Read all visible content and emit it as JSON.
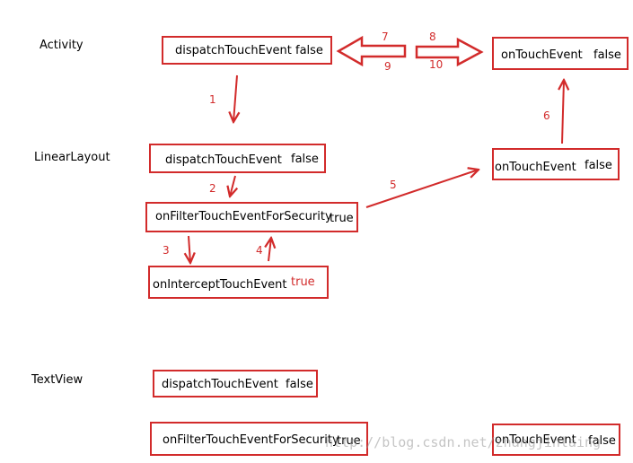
{
  "layers": {
    "activity": "Activity",
    "linear_layout": "LinearLayout",
    "text_view": "TextView"
  },
  "boxes": {
    "activity_dispatch": {
      "method": "dispatchTouchEvent",
      "value": "false"
    },
    "activity_ontouch": {
      "method": "onTouchEvent",
      "value": "false"
    },
    "ll_dispatch": {
      "method": "dispatchTouchEvent",
      "value": "false"
    },
    "ll_filter": {
      "method": "onFilterTouchEventForSecurity",
      "value": "true"
    },
    "ll_intercept": {
      "method": "onInterceptTouchEvent",
      "value": "true"
    },
    "ll_ontouch": {
      "method": "onTouchEvent",
      "value": "false"
    },
    "tv_dispatch": {
      "method": "dispatchTouchEvent",
      "value": "false"
    },
    "tv_filter": {
      "method": "onFilterTouchEventForSecurity",
      "value": "true"
    },
    "tv_ontouch": {
      "method": "onTouchEvent",
      "value": "false"
    }
  },
  "steps": {
    "s1": "1",
    "s2": "2",
    "s3": "3",
    "s4": "4",
    "s5": "5",
    "s6": "6",
    "s7": "7",
    "s8": "8",
    "s9": "9",
    "s10": "10"
  },
  "watermark": "http://blog.csdn.net/zhangjinlaing",
  "colors": {
    "accent": "#d22b2b"
  }
}
